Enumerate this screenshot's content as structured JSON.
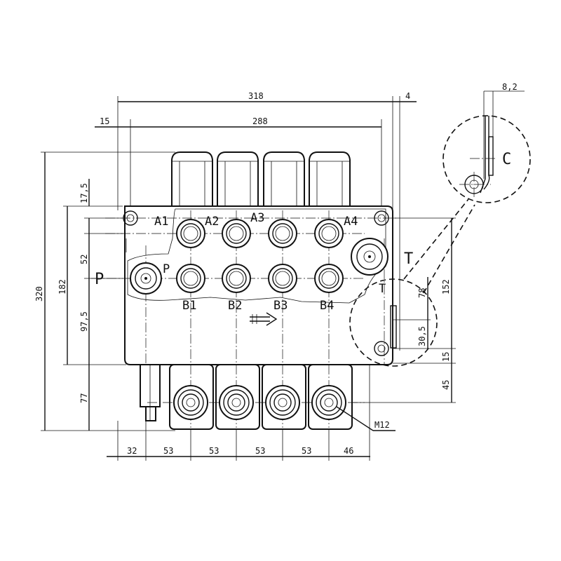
{
  "dimensions": {
    "d318": "318",
    "d4": "4",
    "d15_top": "15",
    "d288": "288",
    "d8_2": "8,2",
    "d17_5": "17,5",
    "d320": "320",
    "d182": "182",
    "d52": "52",
    "d97_5": "97,5",
    "d77": "77",
    "d152": "152",
    "d78": "78",
    "d30_5": "30,5",
    "d15_right": "15",
    "d45": "45",
    "d32": "32",
    "d53_1": "53",
    "d53_2": "53",
    "d53_3": "53",
    "d53_4": "53",
    "d46": "46",
    "m12": "M12"
  },
  "ports": {
    "a1": "A1",
    "a2": "A2",
    "a3": "A3",
    "a4": "A4",
    "b1": "B1",
    "b2": "B2",
    "b3": "B3",
    "b4": "B4",
    "p_outer": "P",
    "p_inner": "P",
    "t_outer": "T",
    "t_inner": "T"
  },
  "detail": {
    "label": "C"
  }
}
